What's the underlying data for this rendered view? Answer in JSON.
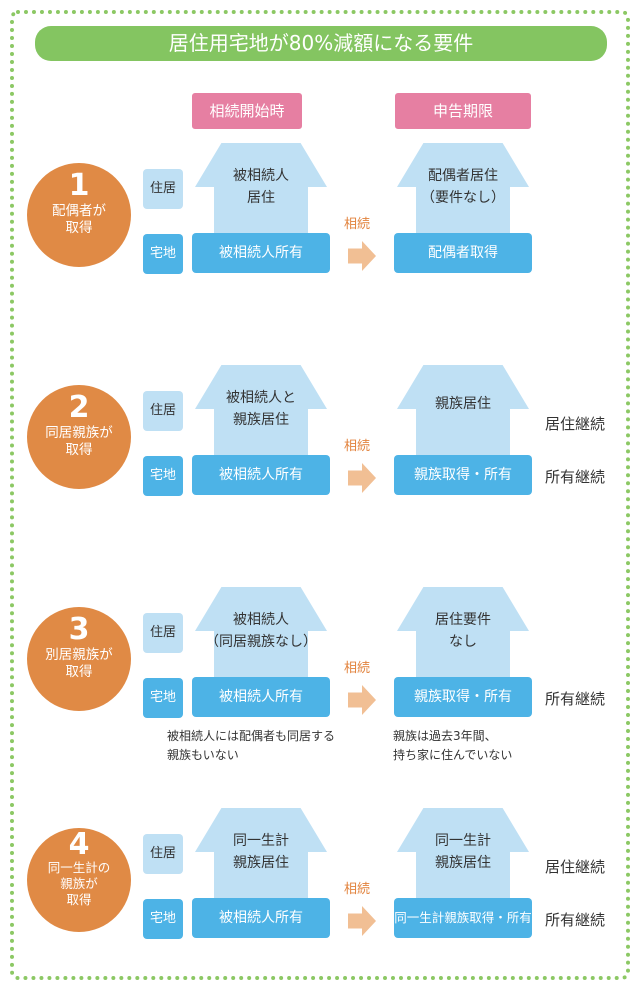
{
  "title": "居住用宅地が80%減額になる要件",
  "headers": {
    "before": "相続開始時",
    "after": "申告期限"
  },
  "colors": {
    "green": "#84c561",
    "pink": "#e67fa2",
    "orange": "#e08a45",
    "light_blue": "#bfe0f4",
    "blue": "#4db3e6",
    "arrow": "#f1bf94"
  },
  "row_labels": {
    "residence": "住居",
    "land": "宅地"
  },
  "arrow_label": "相続",
  "cases": [
    {
      "num": "1",
      "who": [
        "配偶者が",
        "取得"
      ],
      "before_house": [
        "被相続人",
        "居住"
      ],
      "before_land": "被相続人所有",
      "after_house": [
        "配偶者居住",
        "（要件なし）"
      ],
      "after_land": "配偶者取得",
      "right_res": "",
      "right_land": "",
      "note_left": [],
      "note_right": []
    },
    {
      "num": "2",
      "who": [
        "同居親族が",
        "取得"
      ],
      "before_house": [
        "被相続人と",
        "親族居住"
      ],
      "before_land": "被相続人所有",
      "after_house": [
        "親族居住"
      ],
      "after_land": "親族取得・所有",
      "right_res": "居住継続",
      "right_land": "所有継続",
      "note_left": [],
      "note_right": []
    },
    {
      "num": "3",
      "who": [
        "別居親族が",
        "取得"
      ],
      "before_house": [
        "被相続人",
        "（同居親族なし）"
      ],
      "before_land": "被相続人所有",
      "after_house": [
        "居住要件",
        "なし"
      ],
      "after_land": "親族取得・所有",
      "right_res": "",
      "right_land": "所有継続",
      "note_left": [
        "被相続人には配偶者も同居する",
        "親族もいない"
      ],
      "note_right": [
        "親族は過去3年間、",
        "持ち家に住んでいない"
      ]
    },
    {
      "num": "4",
      "who": [
        "同一生計の",
        "親族が",
        "取得"
      ],
      "before_house": [
        "同一生計",
        "親族居住"
      ],
      "before_land": "被相続人所有",
      "after_house": [
        "同一生計",
        "親族居住"
      ],
      "after_land": "同一生計親族取得・所有",
      "right_res": "居住継続",
      "right_land": "所有継続",
      "note_left": [],
      "note_right": []
    }
  ]
}
